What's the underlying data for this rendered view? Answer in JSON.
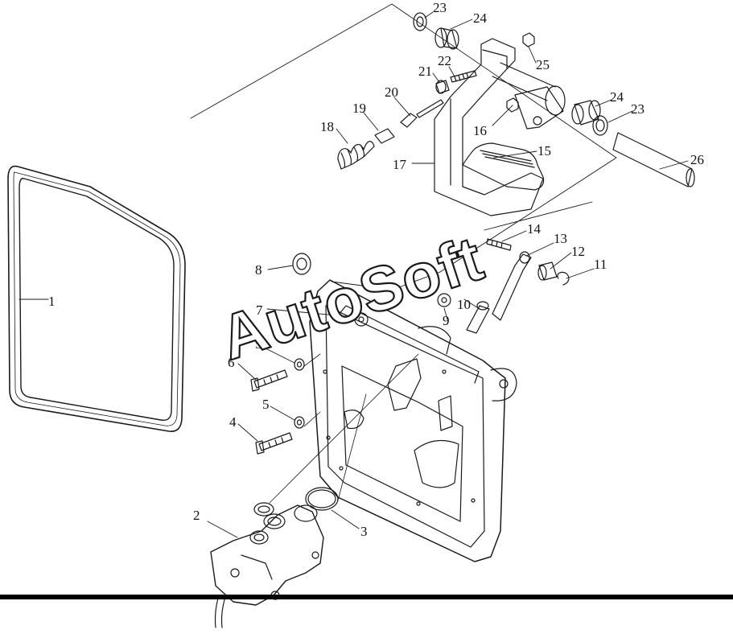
{
  "watermark": "AutoSoft",
  "callouts": [
    "1",
    "2",
    "3",
    "4",
    "5",
    "5",
    "6",
    "7",
    "8",
    "9",
    "10",
    "11",
    "12",
    "13",
    "14",
    "15",
    "16",
    "17",
    "18",
    "19",
    "20",
    "21",
    "22",
    "23",
    "24",
    "25",
    "23",
    "24",
    "26"
  ]
}
